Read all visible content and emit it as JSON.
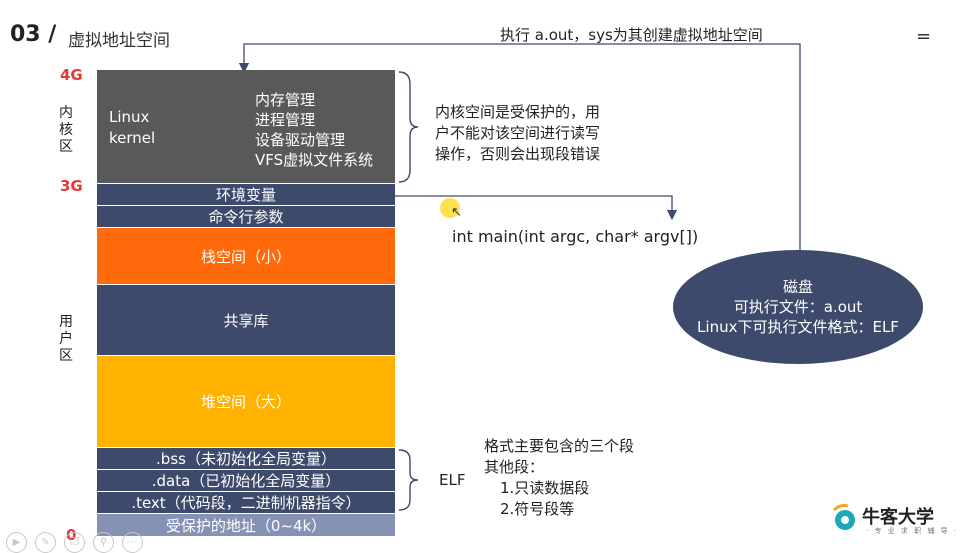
{
  "header": {
    "number": "03 /",
    "title": "虚拟地址空间",
    "menu_glyph": "="
  },
  "top_note": "执行 a.out，sys为其创建虚拟地址空间",
  "addresses": {
    "a4g": "4G",
    "a3g": "3G",
    "a0": "0"
  },
  "regions": {
    "kernel": [
      "内",
      "核",
      "区"
    ],
    "user": [
      "用",
      "户",
      "区"
    ]
  },
  "kernel": {
    "left": [
      "Linux",
      "kernel"
    ],
    "right": [
      "内存管理",
      "进程管理",
      "设备驱动管理",
      "VFS虚拟文件系统"
    ]
  },
  "kernel_note": [
    "内核空间是受保护的，用",
    "户不能对该空间进行读写",
    "操作，否则会出现段错误"
  ],
  "blocks": {
    "env": "环境变量",
    "args": "命令行参数",
    "stack": "栈空间（小）",
    "shared": "共享库",
    "heap": "堆空间（大）",
    "bss": ".bss（未初始化全局变量）",
    "data": ".data（已初始化全局变量）",
    "text": ".text（代码段，二进制机器指令）",
    "protected": "受保护的地址（0~4k）"
  },
  "main_sig": "int main(int argc, char* argv[])",
  "disk": {
    "title": "磁盘",
    "line1": "可执行文件：a.out",
    "line2": "Linux下可执行文件格式：ELF"
  },
  "elf": {
    "label": "ELF",
    "lines": [
      "格式主要包含的三个段",
      "其他段：",
      "1.只读数据段",
      "2.符号段等"
    ]
  },
  "logo": {
    "name": "牛客大学",
    "tagline": "· 专 业 求 职 辅 导 ·"
  },
  "colors": {
    "kernel": "#595959",
    "navy": "#3e4a6b",
    "stack": "#ff6a0d",
    "heap": "#ffb300",
    "protected": "#8592b3",
    "address": "#e53935"
  }
}
